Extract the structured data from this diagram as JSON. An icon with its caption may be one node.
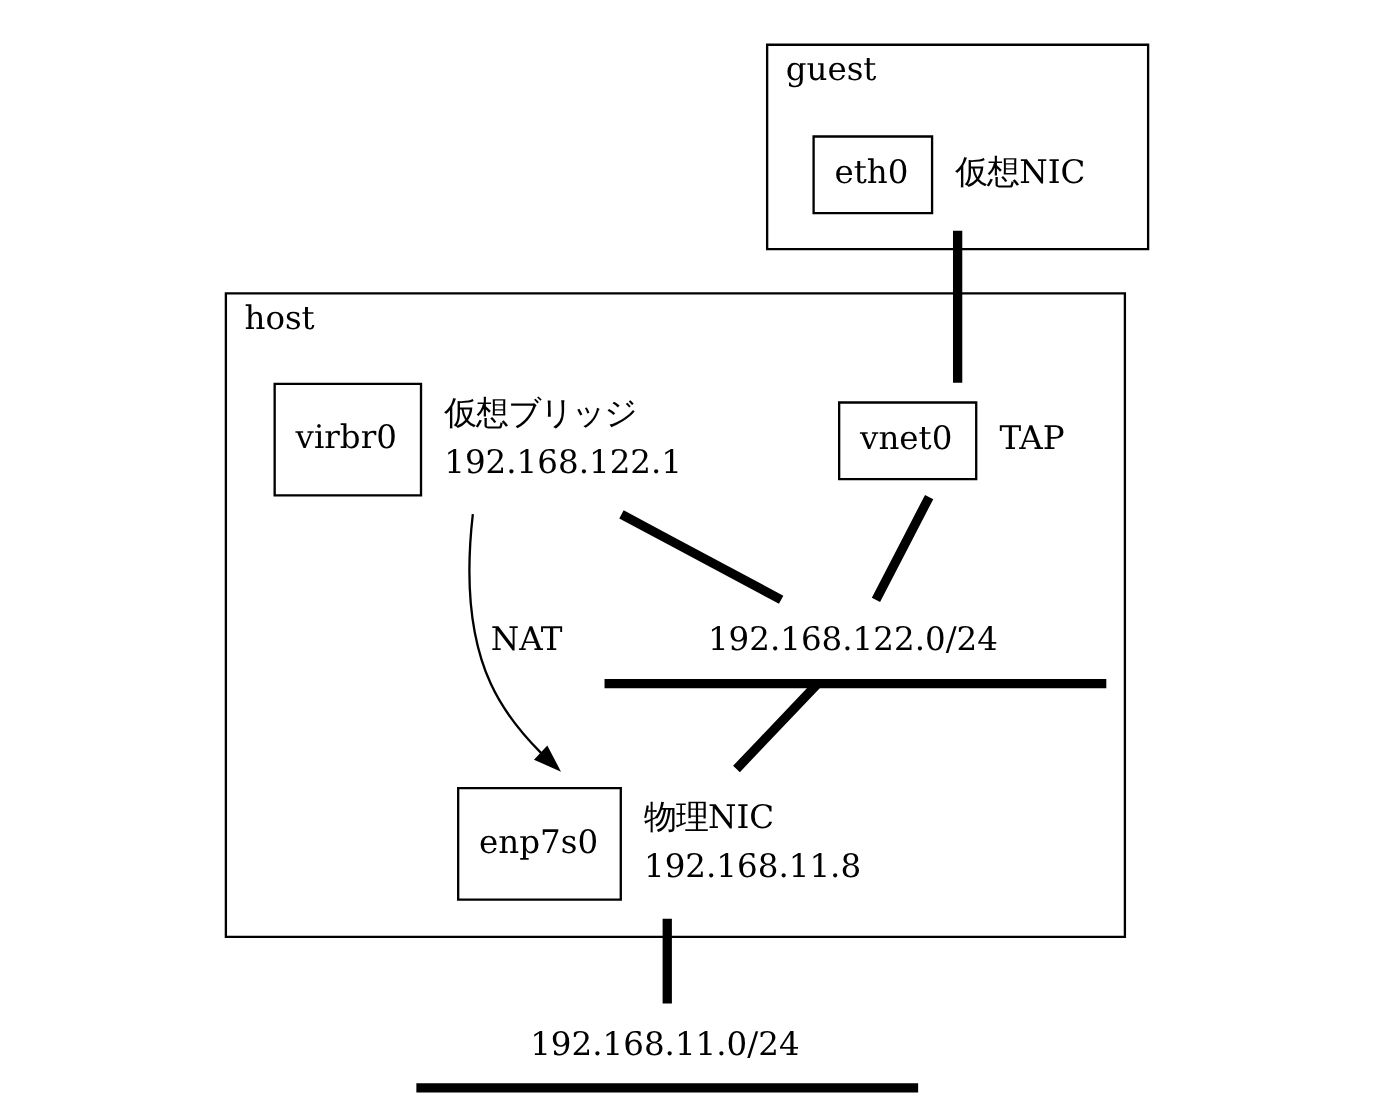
{
  "diagram": {
    "nodes": [
      {
        "text": [
          "guest"
        ]
      },
      {
        "text": [
          "eth0"
        ],
        "in": 0,
        "beside": [
          "仮想NIC"
        ]
      },
      {
        "text": [
          "host"
        ]
      },
      {
        "text": [
          "vnet0"
        ],
        "in": 2,
        "beside": [
          "TAP"
        ]
      },
      {
        "text": [
          "virbr0"
        ],
        "in": 2,
        "beside": [
          "仮想ブリッジ",
          "192.168.122.1"
        ]
      },
      {
        "text": [
          "192.168.122.0/24"
        ],
        "in": 2
      },
      {
        "text": [
          "enp7s0"
        ],
        "in": 2,
        "beside": [
          "物理NIC",
          "192.168.11.8"
        ]
      },
      {
        "text": [
          "192.168.11.0/24"
        ]
      }
    ],
    "edges": [
      {
        "from": 1,
        "to": 3,
        "arrow": "none"
      },
      {
        "from": 3,
        "to": 5,
        "arrow": "none"
      },
      {
        "from": 4,
        "to": 5,
        "arrow": "none"
      },
      {
        "from": 5,
        "to": 6,
        "arrow": "none"
      },
      {
        "from": 4,
        "to": 6,
        "arrow": "to",
        "label": "NAT"
      },
      {
        "from": 6,
        "to": 7,
        "arrow": "none"
      }
    ]
  }
}
